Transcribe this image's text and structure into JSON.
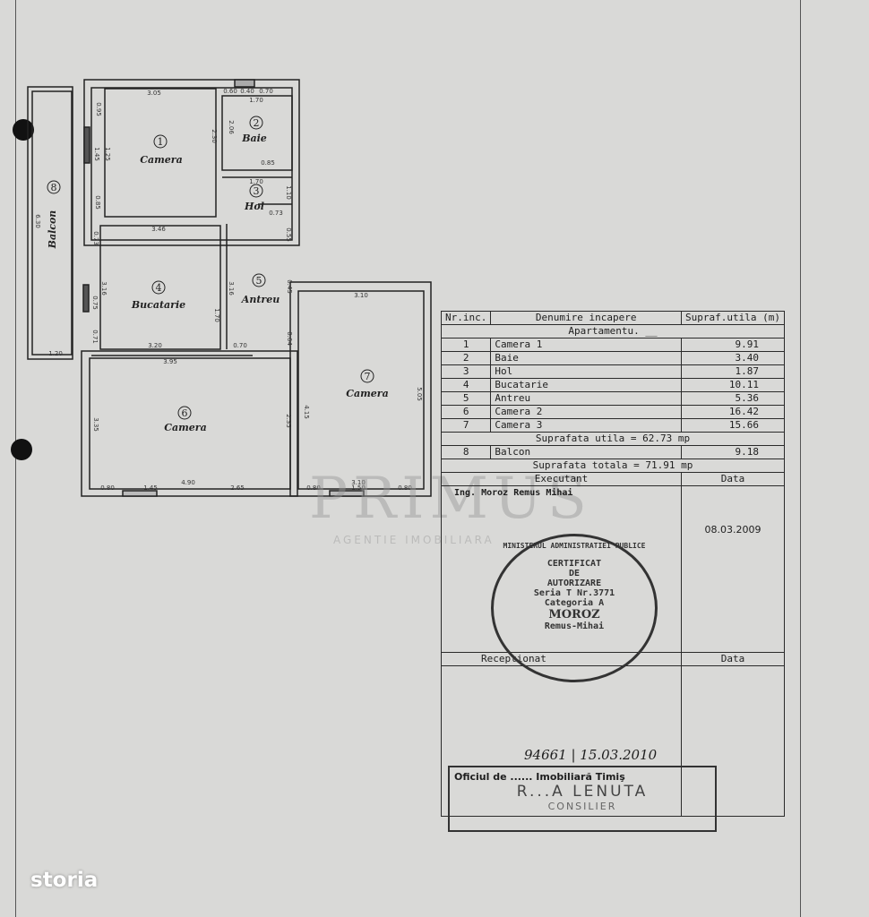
{
  "plan": {
    "rooms": [
      {
        "num": "1",
        "name": "Camera"
      },
      {
        "num": "2",
        "name": "Baie"
      },
      {
        "num": "3",
        "name": "Hol"
      },
      {
        "num": "4",
        "name": "Bucatarie"
      },
      {
        "num": "5",
        "name": "Antreu"
      },
      {
        "num": "6",
        "name": "Camera"
      },
      {
        "num": "7",
        "name": "Camera"
      },
      {
        "num": "8",
        "name": "Balcon"
      }
    ],
    "dims": [
      "3.05",
      "0.60",
      "0.40",
      "0.70",
      "1.70",
      "2.30",
      "2.06",
      "0.85",
      "1.70",
      "1.10",
      "0.73",
      "0.55",
      "0.95",
      "1.45",
      "1.25",
      "0.85",
      "3.46",
      "0.73",
      "3.16",
      "0.75",
      "0.71",
      "3.20",
      "1.70",
      "3.16",
      "0.70",
      "0.45",
      "3.10",
      "3.95",
      "0.64",
      "3.35",
      "2.35",
      "4.15",
      "5.05",
      "0.80",
      "1.45",
      "4.90",
      "2.65",
      "0.80",
      "3.10",
      "1.50",
      "0.80",
      "6.30",
      "1.20"
    ]
  },
  "table": {
    "headers": [
      "Nr.inc.",
      "Denumire incapere",
      "Supraf.utila (m)"
    ],
    "section": "Apartamentu. __",
    "rows": [
      {
        "nr": "1",
        "name": "Camera 1",
        "area": "9.91"
      },
      {
        "nr": "2",
        "name": "Baie",
        "area": "3.40"
      },
      {
        "nr": "3",
        "name": "Hol",
        "area": "1.87"
      },
      {
        "nr": "4",
        "name": "Bucatarie",
        "area": "10.11"
      },
      {
        "nr": "5",
        "name": "Antreu",
        "area": "5.36"
      },
      {
        "nr": "6",
        "name": "Camera 2",
        "area": "16.42"
      },
      {
        "nr": "7",
        "name": "Camera 3",
        "area": "15.66"
      }
    ],
    "useful_total": "Suprafata utila = 62.73 mp",
    "balcony": {
      "nr": "8",
      "name": "Balcon",
      "area": "9.18"
    },
    "grand_total": "Suprafata totala = 71.91 mp",
    "executant_label": "Executant",
    "data_label": "Data",
    "executant_name": "Ing. Moroz Remus Mihai",
    "executant_date": "08.03.2009",
    "receptionat_label": "Receptionat",
    "receptionat_data_label": "Data",
    "registration": "94661 | 15.03.2010",
    "office_line": "Oficiul de ...... Imobiliară Timiş",
    "office_name": "R...A LENUTA",
    "office_role": "CONSILIER"
  },
  "stamp": {
    "ring": "MINISTERUL ADMINISTRATIEI PUBLICE",
    "lines": [
      "CERTIFICAT",
      "DE",
      "AUTORIZARE",
      "Seria T Nr.3771",
      "Categoria A",
      "MOROZ",
      "Remus-Mihai"
    ]
  },
  "watermark": {
    "brand": "PRIMUS",
    "tagline": "AGENTIE IMOBILIARA"
  },
  "logo": "storia"
}
